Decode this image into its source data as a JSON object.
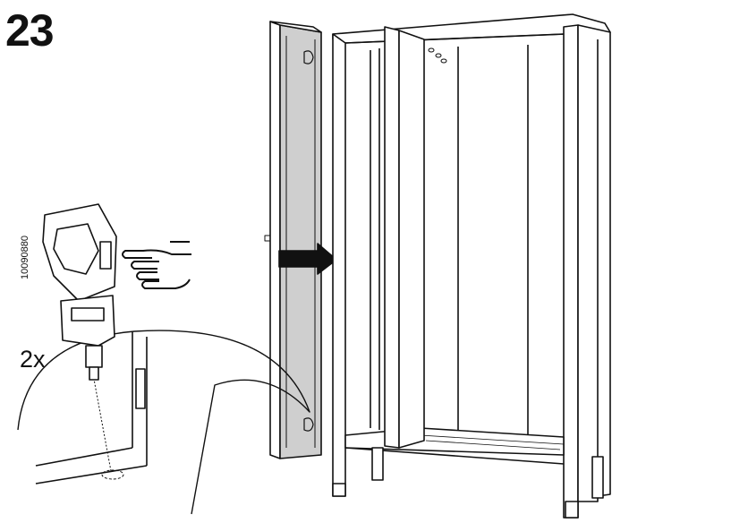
{
  "step": {
    "number": "23"
  },
  "part": {
    "number": "10090880",
    "quantity": "2x"
  },
  "icons": {
    "step_number": "step-23",
    "door_panel": "door-panel",
    "wardrobe": "wardrobe-frame",
    "arrow": "arrow-right-icon",
    "pointing_hand": "pointing-hand-icon",
    "hinge_clip": "hinge-clip-part",
    "detail_callout": "magnified-detail"
  },
  "colors": {
    "line": "#111111",
    "panel": "#d0d0d0",
    "arrow": "#111111"
  }
}
